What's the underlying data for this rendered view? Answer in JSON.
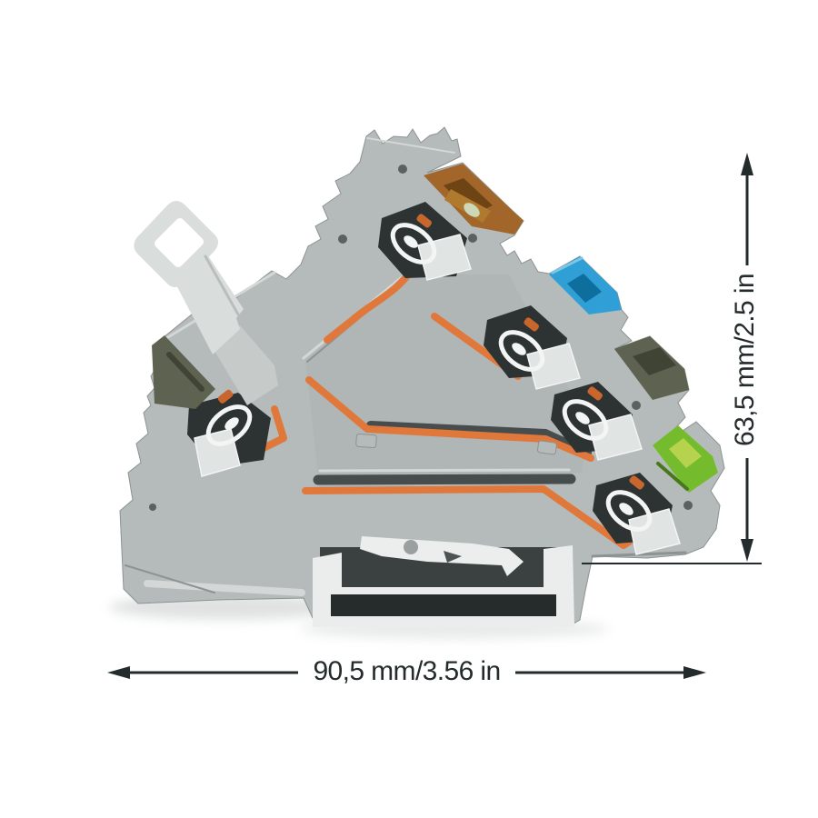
{
  "figure": {
    "alt": "Cut-away product illustration of a grey triple-deck rail-mount terminal block with push-in spring clamps, orange conductors, colored actuation levers (brown, blue, olive, green), a pull tab and a DIN mounting rail, annotated with overall height and width dimensions"
  },
  "dimensions": {
    "height_label": "63,5 mm/2.5 in",
    "width_label": "90,5 mm/3.56 in"
  },
  "colors": {
    "page-white": "#ffffff",
    "body-grey": "#b5baba",
    "body-grey-light": "#d3d7d6",
    "body-grey-dark": "#8d9392",
    "face-grey": "#aeb4b3",
    "groove-dark": "#474d4c",
    "window-dark": "#2d3333",
    "spring-white": "#f3f5f4",
    "metal-silver": "#e0e4e3",
    "conductor-orange": "#e0783c",
    "conductor-orange-dark": "#c9662e",
    "lever-brown": "#a2652a",
    "lever-brown-dark": "#6f4414",
    "copper": "#b07a2e",
    "lever-blue": "#2f9fd6",
    "lever-blue-dark": "#0e6f9f",
    "lever-olive": "#5d6350",
    "lever-olive-dark": "#3f4434",
    "lever-green": "#74bc2e",
    "lever-green-light": "#b7d34d",
    "lever-green-dark": "#47791a",
    "tab-grey": "#d9dddc",
    "tab-grey-mid": "#c6cbca",
    "rail-white": "#eaedec",
    "rail-inner-dark": "#262c2c",
    "latch-white": "#eceeed",
    "hole-grey": "#5b6160",
    "shadow-grey": "#9aa0a0",
    "dim-color": "#242b2c"
  }
}
